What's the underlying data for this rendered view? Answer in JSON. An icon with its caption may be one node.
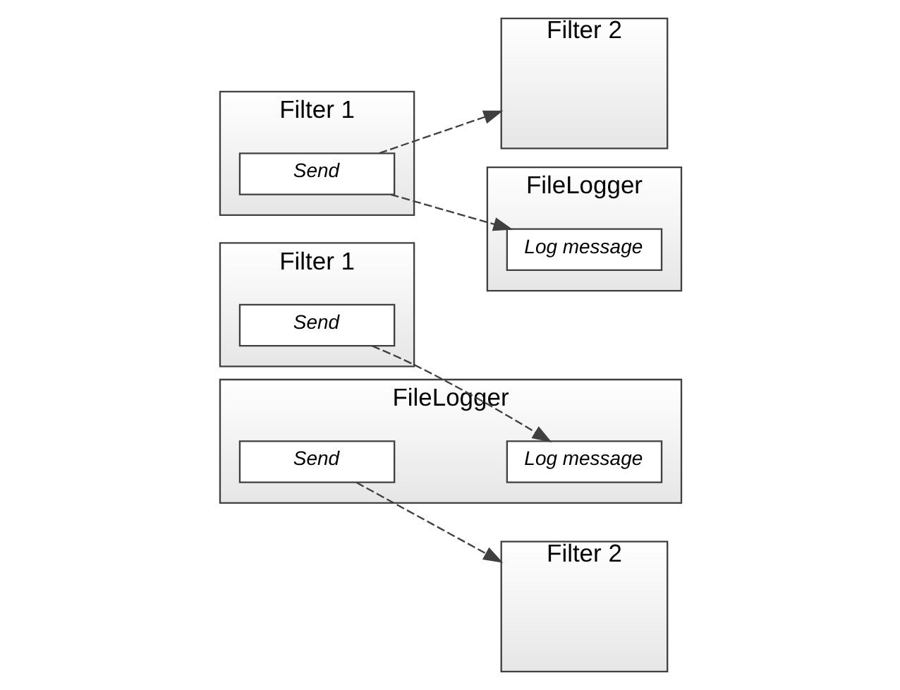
{
  "diagram": {
    "nodes": [
      {
        "text": [
          "Filter 1"
        ]
      },
      {
        "text": [
          "Send"
        ],
        "in": 0
      },
      {
        "text": [
          "FileLogger"
        ]
      },
      {
        "text": [
          "Log message"
        ],
        "in": 2
      },
      {
        "text": [
          "Send"
        ],
        "in": 2
      },
      {
        "text": [
          "Filter 2"
        ]
      },
      {
        "text": [
          "Filter 1"
        ]
      },
      {
        "text": [
          "Send"
        ],
        "in": 6
      },
      {
        "text": [
          "Filter 2"
        ]
      },
      {
        "text": [
          "FileLogger"
        ]
      },
      {
        "text": [
          "Log message"
        ],
        "in": 9
      }
    ],
    "edges": [
      {
        "from": 1,
        "to": 3,
        "arrow": "to",
        "style": "dashed"
      },
      {
        "from": 4,
        "to": 5,
        "arrow": "to",
        "style": "dashed"
      },
      {
        "from": 7,
        "to": 8,
        "arrow": "to",
        "style": "dashed"
      },
      {
        "from": 7,
        "to": 10,
        "arrow": "to",
        "style": "dashed"
      }
    ]
  }
}
